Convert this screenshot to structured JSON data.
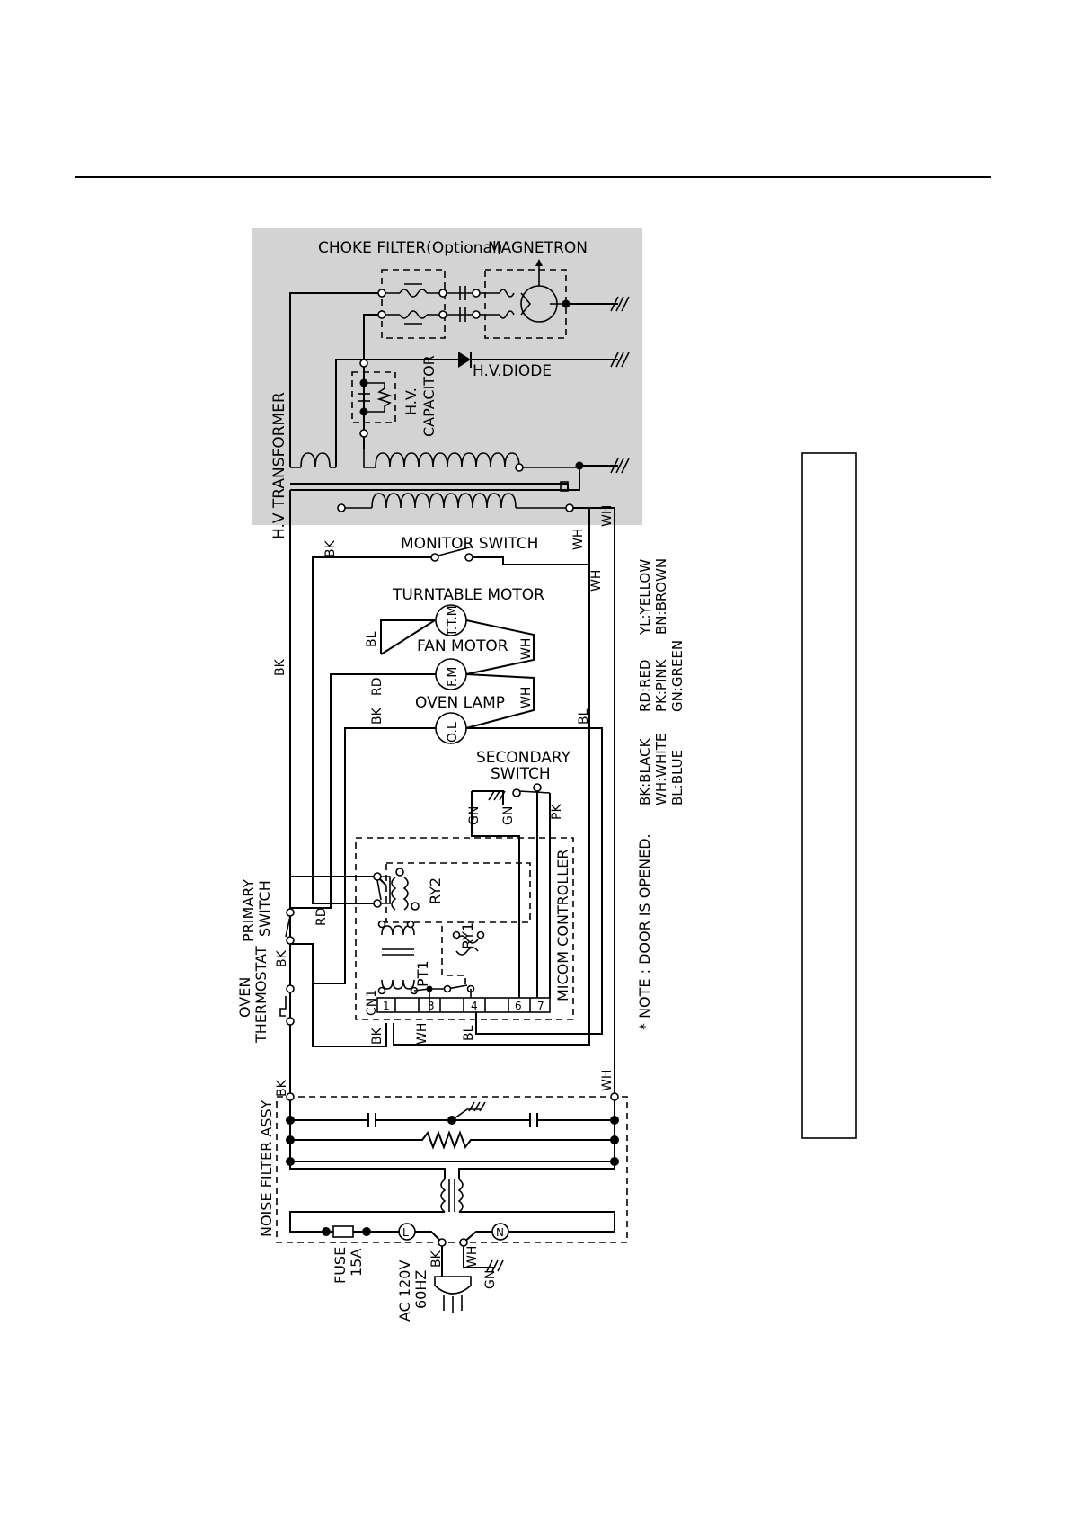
{
  "diagram": {
    "shaded_block": {
      "choke_filter": "CHOKE FILTER(Optional)",
      "magnetron": "MAGNETRON",
      "hv_diode": "H.V.DIODE",
      "hv_capacitor_line1": "H.V.",
      "hv_capacitor_line2": "CAPACITOR",
      "hv_transformer": "H.V TRANSFORMER"
    },
    "components": {
      "monitor_switch": "MONITOR SWITCH",
      "turntable_motor": "TURNTABLE MOTOR",
      "ttm": "T.T.M",
      "fan_motor": "FAN MOTOR",
      "fm": "F.M",
      "oven_lamp": "OVEN LAMP",
      "ol": "O.L",
      "secondary_switch_line1": "SECONDARY",
      "secondary_switch_line2": "SWITCH",
      "ry2": "RY2",
      "ry1": "RY1",
      "pt1": "PT1",
      "cn1": "CN1",
      "micom_controller": "MICOM CONTROLLER",
      "primary_switch_line1": "PRIMARY",
      "primary_switch_line2": "SWITCH",
      "oven_thermostat_line1": "OVEN",
      "oven_thermostat_line2": "THERMOSTAT",
      "noise_filter_assy": "NOISE FILTER ASSY",
      "fuse_line1": "FUSE",
      "fuse_line2": "15A",
      "ac_line1": "AC 120V",
      "ac_line2": "60HZ",
      "l_mark": "L",
      "n_mark": "N"
    },
    "connector_pins": [
      "1",
      "3",
      "4",
      "6",
      "7"
    ],
    "wire_colors": {
      "bk": "BK",
      "wh": "WH",
      "bl": "BL",
      "rd": "RD",
      "gn": "GN",
      "pk": "PK"
    },
    "legend": {
      "col1": [
        "BK:BLACK",
        "WH:WHITE",
        "BL:BLUE"
      ],
      "col2": [
        "RD:RED",
        "PK:PINK",
        "GN:GREEN"
      ],
      "col3": [
        "YL:YELLOW",
        "BN:BROWN"
      ]
    },
    "note": "* NOTE : DOOR IS OPENED."
  }
}
